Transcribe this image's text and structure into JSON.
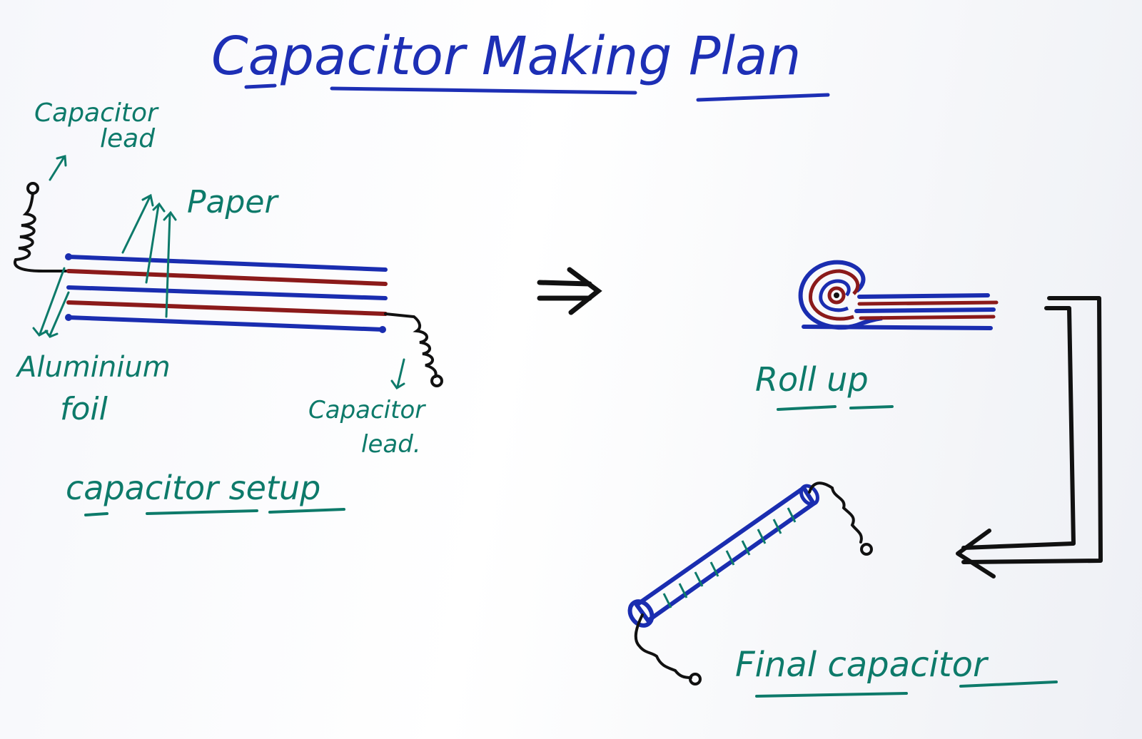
{
  "title": "Capacitor Making Plan",
  "labels": {
    "lead_top": [
      "Capacitor",
      "lead"
    ],
    "paper": "Paper",
    "foil": [
      "Aluminium",
      "foil"
    ],
    "lead_bottom": [
      "Capacitor",
      "lead."
    ],
    "setup_caption": "capacitor setup",
    "rollup_caption": "Roll up",
    "final_caption": "Final capacitor"
  },
  "colors": {
    "title_ink": "#1d2fb5",
    "label_ink": "#0d7a6a",
    "foil_ink": "#1a2db0",
    "paper_ink": "#8b1a1a",
    "lead_ink": "#111111",
    "paper_bg": "#f6f7fb"
  }
}
